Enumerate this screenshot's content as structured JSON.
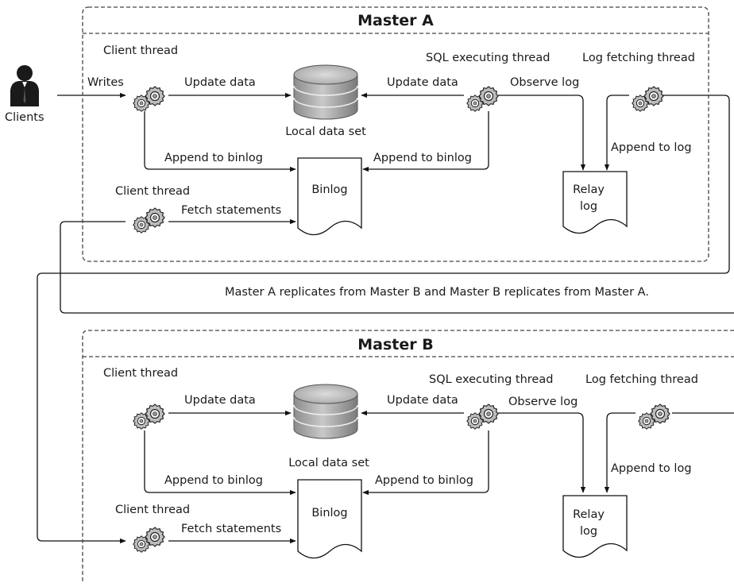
{
  "clients_label": "Clients",
  "writes_label": "Writes",
  "replication_note": "Master A replicates from Master B and Master B replicates from Master A.",
  "masters": [
    {
      "title": "Master A",
      "client_thread_top": "Client thread",
      "client_thread_bottom": "Client thread",
      "sql_thread": "SQL executing thread",
      "log_fetch_thread": "Log fetching thread",
      "update_data_left": "Update data",
      "update_data_right": "Update data",
      "observe_log": "Observe log",
      "local_data_set": "Local data set",
      "append_binlog_left": "Append to binlog",
      "append_binlog_right": "Append to binlog",
      "append_log": "Append to log",
      "binlog": "Binlog",
      "relay_log_line1": "Relay",
      "relay_log_line2": "log",
      "fetch_statements": "Fetch statements"
    },
    {
      "title": "Master B",
      "client_thread_top": "Client thread",
      "client_thread_bottom": "Client thread",
      "sql_thread": "SQL executing thread",
      "log_fetch_thread": "Log fetching thread",
      "update_data_left": "Update data",
      "update_data_right": "Update data",
      "observe_log": "Observe log",
      "local_data_set": "Local data set",
      "append_binlog_left": "Append to binlog",
      "append_binlog_right": "Append to binlog",
      "append_log": "Append to log",
      "binlog": "Binlog",
      "relay_log_line1": "Relay",
      "relay_log_line2": "log",
      "fetch_statements": "Fetch statements"
    }
  ]
}
